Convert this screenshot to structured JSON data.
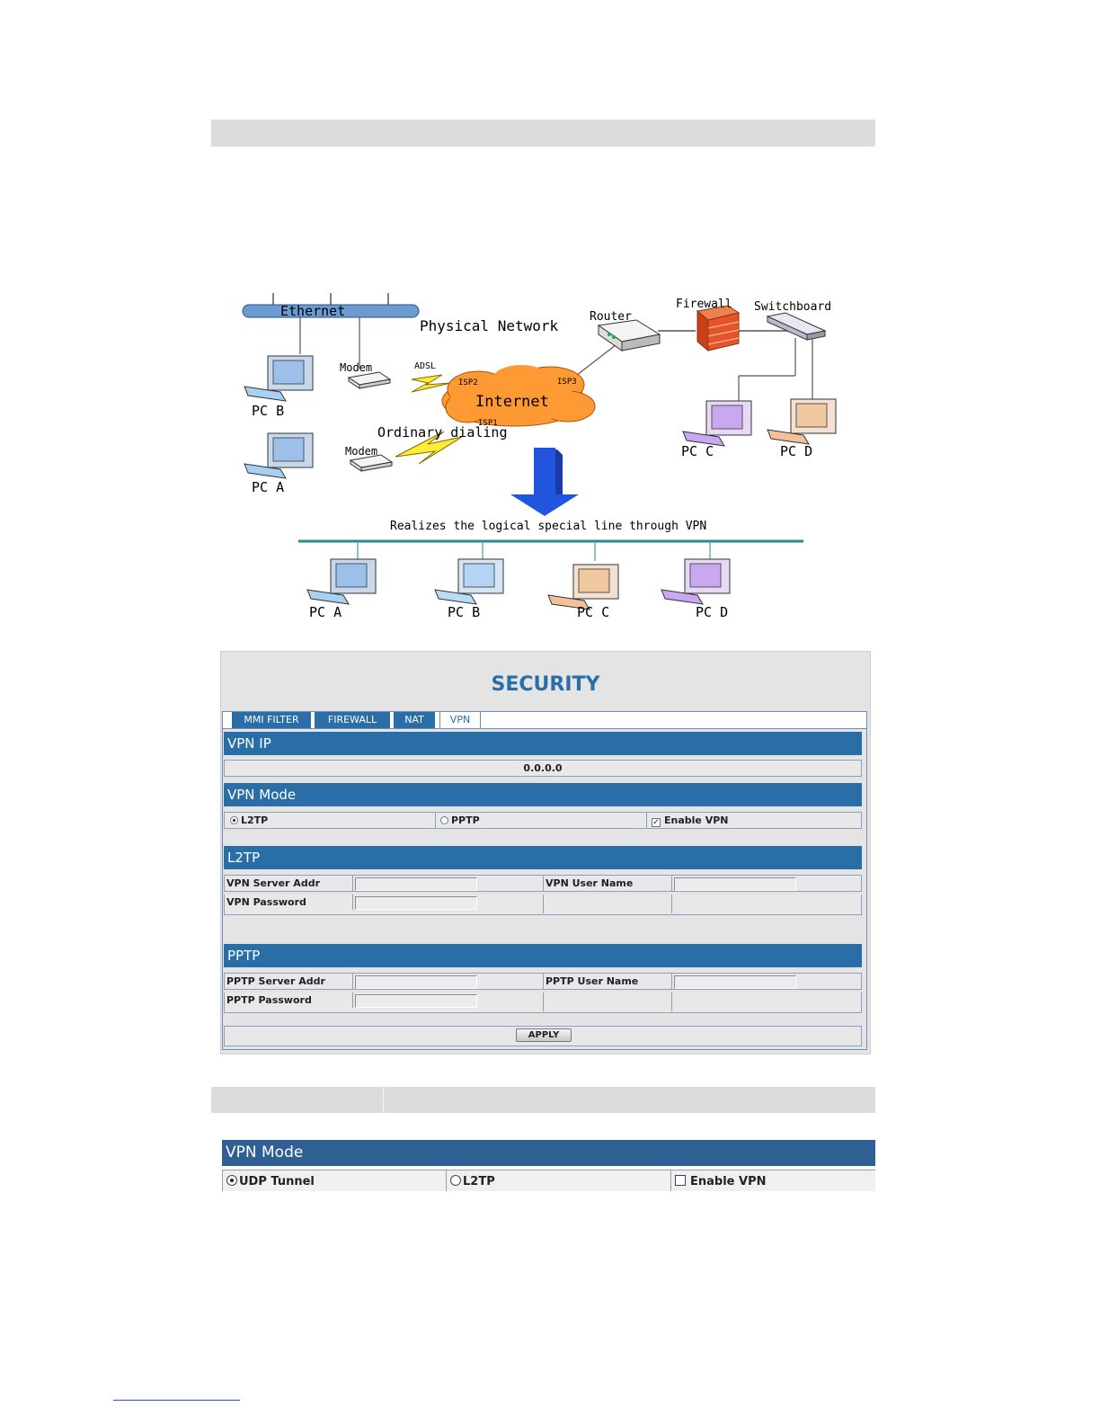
{
  "diagram": {
    "ethernet": "Ethernet",
    "physical_network": "Physical Network",
    "router": "Router",
    "firewall": "Firewall",
    "switchboard": "Switchboard",
    "modem_top": "Modem",
    "modem_bottom": "Modem",
    "adsl": "ADSL",
    "isp2": "ISP2",
    "isp3": "ISP3",
    "isp1": "ISP1",
    "internet": "Internet",
    "ordinary_dialing": "Ordinary dialing",
    "vpn_caption": "Realizes the logical special line through VPN",
    "pc_b_top": "PC   B",
    "pc_a_top": "PC   A",
    "pc_c_top": "PC   C",
    "pc_d_top": "PC   D",
    "pc_a_bottom": "PC   A",
    "pc_b_bottom": "PC   B",
    "pc_c_bottom": "PC   C",
    "pc_d_bottom": "PC   D"
  },
  "security": {
    "title": "SECURITY",
    "tabs": [
      "MMI FILTER",
      "FIREWALL",
      "NAT",
      "VPN"
    ],
    "vpn_ip_header": "VPN IP",
    "vpn_ip_value": "0.0.0.0",
    "vpn_mode_header": "VPN Mode",
    "mode_l2tp": "L2TP",
    "mode_pptp": "PPTP",
    "enable_vpn": "Enable VPN",
    "l2tp_header": "L2TP",
    "l2tp_server_addr": "VPN Server Addr",
    "l2tp_user_name": "VPN User Name",
    "l2tp_password": "VPN Password",
    "pptp_header": "PPTP",
    "pptp_server_addr": "PPTP Server Addr",
    "pptp_user_name": "PPTP User Name",
    "pptp_password": "PPTP Password",
    "apply": "APPLY"
  },
  "vpn_mode_panel": {
    "header": "VPN Mode",
    "udp_tunnel": "UDP Tunnel",
    "l2tp": "L2TP",
    "enable_vpn": "Enable VPN"
  },
  "colors": {
    "header_blue": "#2a6ea8",
    "header_blue_dark": "#305f94",
    "internet_orange": "#ff9933",
    "firewall_red": "#e8542a",
    "arrow_blue": "#2255dd"
  }
}
